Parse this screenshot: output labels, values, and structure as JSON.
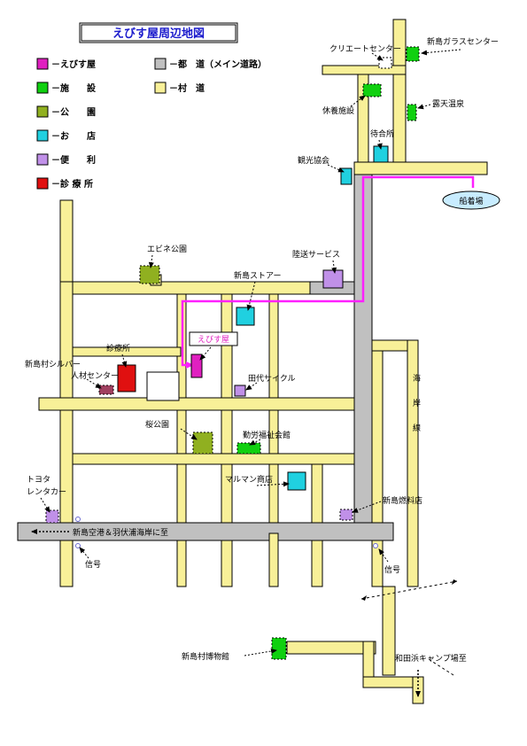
{
  "title": "えびす屋周辺地図",
  "colors": {
    "ebisuya": "#e020c0",
    "facility": "#10d010",
    "park": "#90b020",
    "shop": "#20d0e0",
    "convenience": "#c090e8",
    "clinic": "#e01010",
    "road_tokyo": "#c0c0c0",
    "road_village": "#f8f098",
    "route": "#ff20ff",
    "title": "#1a1acc"
  },
  "legend": [
    {
      "id": "ebisuya",
      "label": "－えびす屋"
    },
    {
      "id": "facility",
      "label": "－施　　設"
    },
    {
      "id": "park",
      "label": "－公　　園"
    },
    {
      "id": "shop",
      "label": "－お　　店"
    },
    {
      "id": "convenience",
      "label": "－便　　利"
    },
    {
      "id": "clinic",
      "label": "－診 療 所"
    },
    {
      "id": "road_tokyo",
      "label": "－都　道（メイン道路）"
    },
    {
      "id": "road_village",
      "label": "－村　道"
    }
  ],
  "places": [
    {
      "id": "create_center",
      "label": "クリエートセンター",
      "type": "convenience"
    },
    {
      "id": "glass_center",
      "label": "新島ガラスセンター",
      "type": "facility"
    },
    {
      "id": "rest_facility",
      "label": "休養施設",
      "type": "facility"
    },
    {
      "id": "rotenburo",
      "label": "露天温泉",
      "type": "facility"
    },
    {
      "id": "machiai",
      "label": "待合所",
      "type": "shop"
    },
    {
      "id": "kanko",
      "label": "観光協会",
      "type": "shop"
    },
    {
      "id": "port",
      "label": "船着場",
      "type": "port"
    },
    {
      "id": "epine_park",
      "label": "エビネ公園",
      "type": "park"
    },
    {
      "id": "rikuso",
      "label": "陸送サービス",
      "type": "convenience"
    },
    {
      "id": "niijima_store",
      "label": "新島ストアー",
      "type": "shop"
    },
    {
      "id": "ebisuya",
      "label": "えびす屋",
      "type": "ebisuya"
    },
    {
      "id": "clinic",
      "label": "診療所",
      "type": "clinic"
    },
    {
      "id": "silver",
      "label": "新島村シルバー人材センター",
      "type": "convenience"
    },
    {
      "id": "tashiro",
      "label": "田代サイクル",
      "type": "convenience"
    },
    {
      "id": "sakura_park",
      "label": "桜公園",
      "type": "park"
    },
    {
      "id": "kinro",
      "label": "勤労福祉会館",
      "type": "facility"
    },
    {
      "id": "maruman",
      "label": "マルマン商店",
      "type": "shop"
    },
    {
      "id": "toyota",
      "label": "トヨタレンタカー",
      "type": "convenience"
    },
    {
      "id": "nenryo",
      "label": "新島燃料店",
      "type": "convenience"
    },
    {
      "id": "museum",
      "label": "新島村博物館",
      "type": "facility"
    }
  ],
  "labels": {
    "silver_line1": "新島村シルバー",
    "silver_line2": "人材センター",
    "toyota_line1": "トヨタ",
    "toyota_line2": "レンタカー",
    "airport": "新島空港＆羽伏浦海岸に至",
    "signal_left": "信号",
    "signal_right": "信号",
    "coast_line": "海岸線",
    "wadahama": "和田浜キャンプ場至"
  }
}
